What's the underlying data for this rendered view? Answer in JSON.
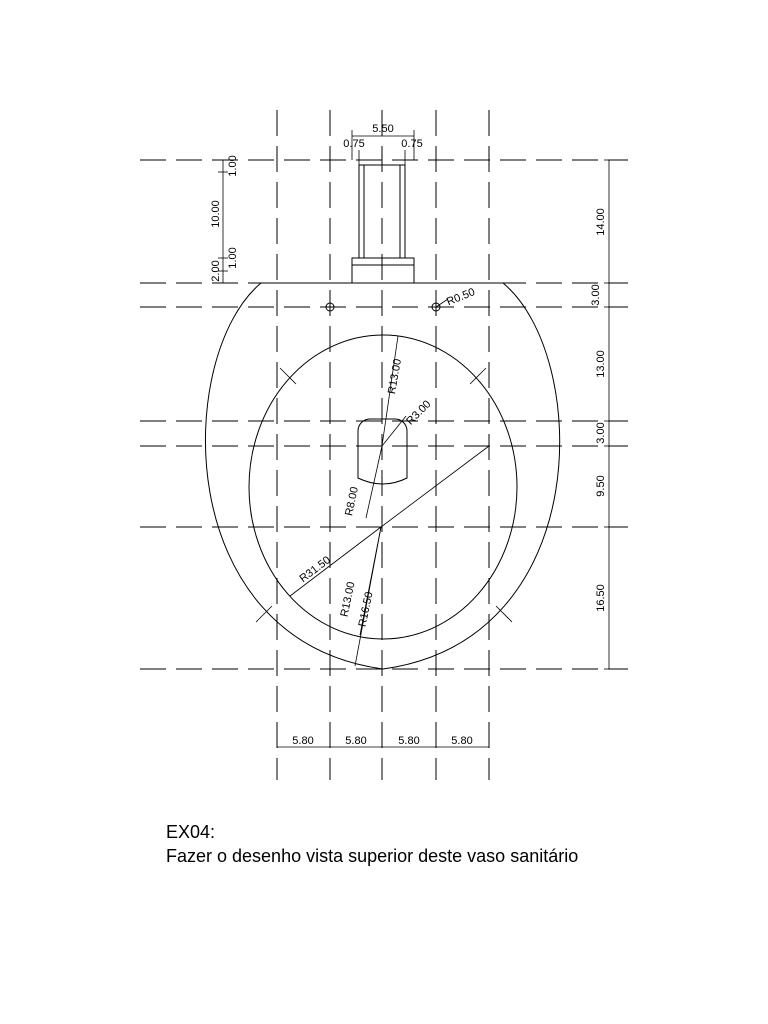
{
  "drawing": {
    "dims": {
      "top_width": "5.50",
      "top_left_offset": "0.75",
      "top_right_offset": "0.75",
      "left_1": "1.00",
      "left_10": "10.00",
      "left_1b": "1.00",
      "left_2": "2.00",
      "right_14": "14.00",
      "right_3a": "3.00",
      "right_13": "13.00",
      "right_3b": "3.00",
      "right_9_5": "9.50",
      "right_16_5": "16.50",
      "bottom": [
        "5.80",
        "5.80",
        "5.80",
        "5.80"
      ],
      "r050": "R0.50",
      "r13_upper": "R13.00",
      "r3": "R3.00",
      "r8": "R8.00",
      "r31_5": "R31.50",
      "r13_lower": "R13.00",
      "r16_5": "R16.50"
    }
  },
  "caption": {
    "title": "EX04:",
    "description": "Fazer o desenho vista superior deste vaso sanitário"
  }
}
